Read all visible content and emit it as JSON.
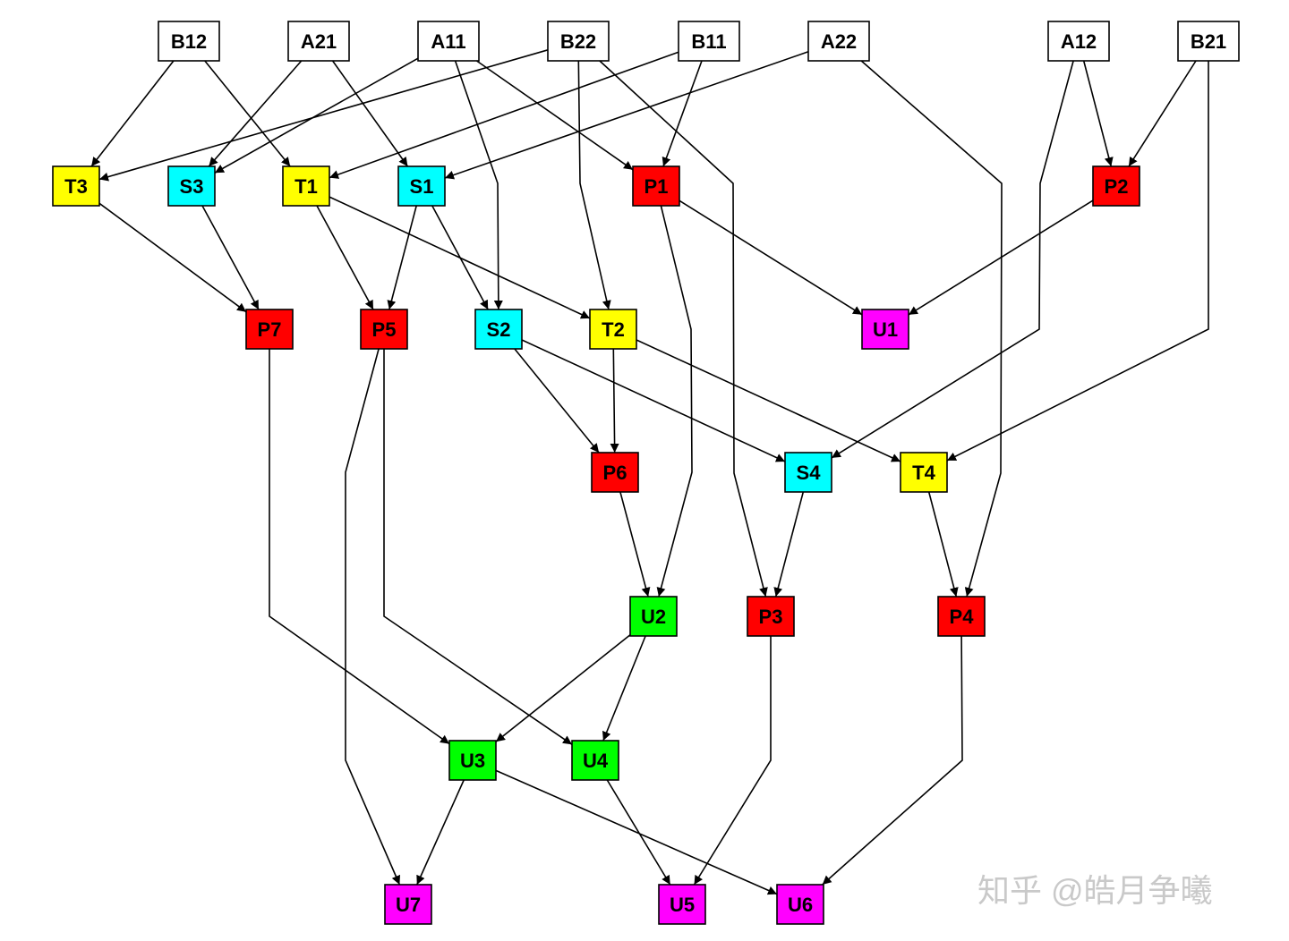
{
  "colors": {
    "input": "#ffffff",
    "T": "#ffff00",
    "S": "#00ffff",
    "P": "#ff0000",
    "U_green": "#00ff00",
    "U_magenta": "#ff00ff",
    "edge": "#000000",
    "border": "#000000"
  },
  "nodes": [
    {
      "id": "B12",
      "label": "B12",
      "color": "input"
    },
    {
      "id": "A21",
      "label": "A21",
      "color": "input"
    },
    {
      "id": "A11",
      "label": "A11",
      "color": "input"
    },
    {
      "id": "B22",
      "label": "B22",
      "color": "input"
    },
    {
      "id": "B11",
      "label": "B11",
      "color": "input"
    },
    {
      "id": "A22",
      "label": "A22",
      "color": "input"
    },
    {
      "id": "A12",
      "label": "A12",
      "color": "input"
    },
    {
      "id": "B21",
      "label": "B21",
      "color": "input"
    },
    {
      "id": "T3",
      "label": "T3",
      "color": "T"
    },
    {
      "id": "S3",
      "label": "S3",
      "color": "S"
    },
    {
      "id": "T1",
      "label": "T1",
      "color": "T"
    },
    {
      "id": "S1",
      "label": "S1",
      "color": "S"
    },
    {
      "id": "P1",
      "label": "P1",
      "color": "P"
    },
    {
      "id": "P2",
      "label": "P2",
      "color": "P"
    },
    {
      "id": "P7",
      "label": "P7",
      "color": "P"
    },
    {
      "id": "P5",
      "label": "P5",
      "color": "P"
    },
    {
      "id": "S2",
      "label": "S2",
      "color": "S"
    },
    {
      "id": "T2",
      "label": "T2",
      "color": "T"
    },
    {
      "id": "U1",
      "label": "U1",
      "color": "U_magenta"
    },
    {
      "id": "P6",
      "label": "P6",
      "color": "P"
    },
    {
      "id": "S4",
      "label": "S4",
      "color": "S"
    },
    {
      "id": "T4",
      "label": "T4",
      "color": "T"
    },
    {
      "id": "U2",
      "label": "U2",
      "color": "U_green"
    },
    {
      "id": "P3",
      "label": "P3",
      "color": "P"
    },
    {
      "id": "P4",
      "label": "P4",
      "color": "P"
    },
    {
      "id": "U3",
      "label": "U3",
      "color": "U_green"
    },
    {
      "id": "U4",
      "label": "U4",
      "color": "U_green"
    },
    {
      "id": "U7",
      "label": "U7",
      "color": "U_magenta"
    },
    {
      "id": "U5",
      "label": "U5",
      "color": "U_magenta"
    },
    {
      "id": "U6",
      "label": "U6",
      "color": "U_magenta"
    }
  ],
  "edges": [
    [
      "B12",
      "T3"
    ],
    [
      "B12",
      "T1"
    ],
    [
      "A21",
      "S3"
    ],
    [
      "A21",
      "S1"
    ],
    [
      "A11",
      "S3"
    ],
    [
      "A11",
      "S2"
    ],
    [
      "A11",
      "P1"
    ],
    [
      "B22",
      "T3"
    ],
    [
      "B22",
      "T2"
    ],
    [
      "B22",
      "P3"
    ],
    [
      "B11",
      "T1"
    ],
    [
      "B11",
      "P1"
    ],
    [
      "A22",
      "S1"
    ],
    [
      "A22",
      "P4"
    ],
    [
      "A12",
      "P2"
    ],
    [
      "A12",
      "S4"
    ],
    [
      "B21",
      "P2"
    ],
    [
      "B21",
      "T4"
    ],
    [
      "T3",
      "P7"
    ],
    [
      "S3",
      "P7"
    ],
    [
      "T1",
      "P5"
    ],
    [
      "T1",
      "T2"
    ],
    [
      "S1",
      "P5"
    ],
    [
      "S1",
      "S2"
    ],
    [
      "P1",
      "U1"
    ],
    [
      "P1",
      "U2"
    ],
    [
      "P2",
      "U1"
    ],
    [
      "P7",
      "U3"
    ],
    [
      "P5",
      "U7"
    ],
    [
      "P5",
      "U4"
    ],
    [
      "S2",
      "P6"
    ],
    [
      "S2",
      "S4"
    ],
    [
      "T2",
      "P6"
    ],
    [
      "T2",
      "T4"
    ],
    [
      "P6",
      "U2"
    ],
    [
      "S4",
      "P3"
    ],
    [
      "T4",
      "P4"
    ],
    [
      "U2",
      "U3"
    ],
    [
      "U2",
      "U4"
    ],
    [
      "P3",
      "U5"
    ],
    [
      "P4",
      "U6"
    ],
    [
      "U3",
      "U7"
    ],
    [
      "U3",
      "U6"
    ],
    [
      "U4",
      "U5"
    ]
  ],
  "watermark": "知乎 @皓月争曦"
}
